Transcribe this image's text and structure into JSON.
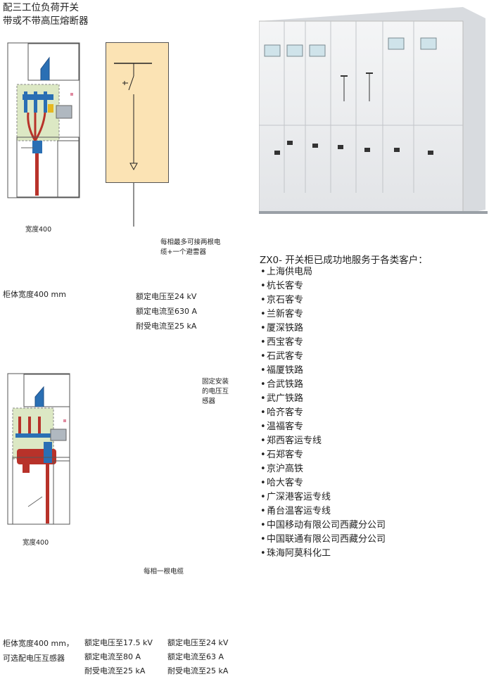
{
  "header": {
    "line1": "配三工位负荷开关",
    "line2": "带或不带高压熔断器"
  },
  "unit1": {
    "width_label": "宽度400",
    "cable_note_line1": "每相最多可接两根电",
    "cable_note_line2": "缆+一个避雷器",
    "cabinet_width": "柜体宽度400 mm",
    "specs": [
      "额定电压至24 kV",
      "额定电流至630 A",
      "耐受电流至25 kA"
    ]
  },
  "unit2": {
    "width_label": "宽度400",
    "pt_note": [
      "固定安装",
      "的电压互",
      "感器"
    ],
    "cable_note": "每相一根电缆",
    "cabinet_width_line1": "柜体宽度400 mm，",
    "cabinet_width_line2": "可选配电压互感器",
    "specs_a": [
      "额定电压至17.5 kV",
      "额定电流至80 A",
      "耐受电流至25 kA"
    ],
    "specs_b": [
      "额定电压至24 kV",
      "额定电流至63 A",
      "耐受电流至25 kA"
    ]
  },
  "customers": {
    "heading": "ZX0- 开关柜已成功地服务于各类客户：",
    "items": [
      "上海供电局",
      "杭长客专",
      "京石客专",
      "兰新客专",
      "厦深铁路",
      "西宝客专",
      "石武客专",
      "福厦铁路",
      "合武铁路",
      "武广铁路",
      "哈齐客专",
      "温福客专",
      "郑西客运专线",
      "石郑客专",
      "京沪高铁",
      "哈大客专",
      "广深港客运专线",
      "甬台温客运专线",
      "中国移动有限公司西藏分公司",
      "中国联通有限公司西藏分公司",
      "珠海阿莫科化工"
    ]
  },
  "colors": {
    "schematic_bg": "#fbe3b4",
    "busbar_red": "#b8322a",
    "busbar_blue": "#2a6fb4",
    "compartment_green": "#dce8c4"
  }
}
